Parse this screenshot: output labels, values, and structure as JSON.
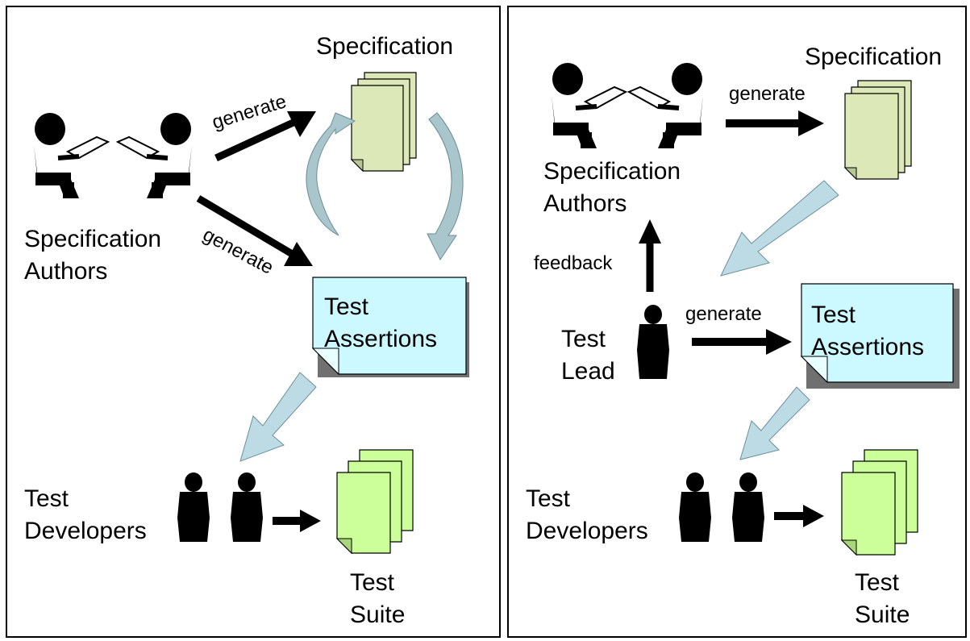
{
  "left_panel": {
    "specification_label": "Specification",
    "authors_label_line1": "Specification",
    "authors_label_line2": "Authors",
    "generate_label_top": "generate",
    "generate_label_bottom": "generate",
    "test_assertions_line1": "Test",
    "test_assertions_line2": "Assertions",
    "developers_label_line1": "Test",
    "developers_label_line2": "Developers",
    "suite_label_line1": "Test",
    "suite_label_line2": "Suite"
  },
  "right_panel": {
    "specification_label": "Specification",
    "authors_label_line1": "Specification",
    "authors_label_line2": "Authors",
    "generate_label_top": "generate",
    "feedback_label": "feedback",
    "lead_label_line1": "Test",
    "lead_label_line2": "Lead",
    "generate_label_lead": "generate",
    "test_assertions_line1": "Test",
    "test_assertions_line2": "Assertions",
    "developers_label_line1": "Test",
    "developers_label_line2": "Developers",
    "suite_label_line1": "Test",
    "suite_label_line2": "Suite"
  },
  "colors": {
    "spec_doc_fill": "#dde8b8",
    "assertion_fill": "#ccf8ff",
    "suite_doc_fill": "#ccff99",
    "flow_arrow_fill": "#bcdbe4",
    "cycle_arrow_fill": "#a9c6cc",
    "figure_fill": "#000000"
  }
}
